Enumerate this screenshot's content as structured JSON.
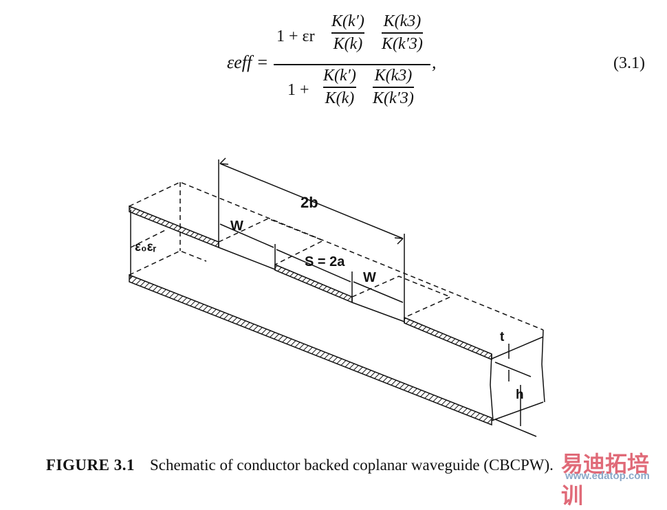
{
  "equation": {
    "lhs": "εeff =",
    "numerator_prefix": "1 + εr",
    "denominator_prefix": "1 +",
    "frac1_num": "K(k′)",
    "frac1_den": "K(k)",
    "frac2_num": "K(k3)",
    "frac2_den": "K(k′3)",
    "comma": ",",
    "number": "(3.1)"
  },
  "figure": {
    "label_2b": "2b",
    "label_w_left": "W",
    "label_s": "S = 2a",
    "label_w_right": "W",
    "label_eps": "ε₀εᵣ",
    "label_t": "t",
    "label_h": "h"
  },
  "caption": {
    "label": "FIGURE 3.1",
    "text": "Schematic of conductor backed coplanar waveguide (CBCPW)."
  },
  "watermark": {
    "cn_text": "易迪拓培训",
    "url": "www.edatop.com",
    "cn_color": "#e06a78",
    "cn_color2": "#7a98bb"
  }
}
